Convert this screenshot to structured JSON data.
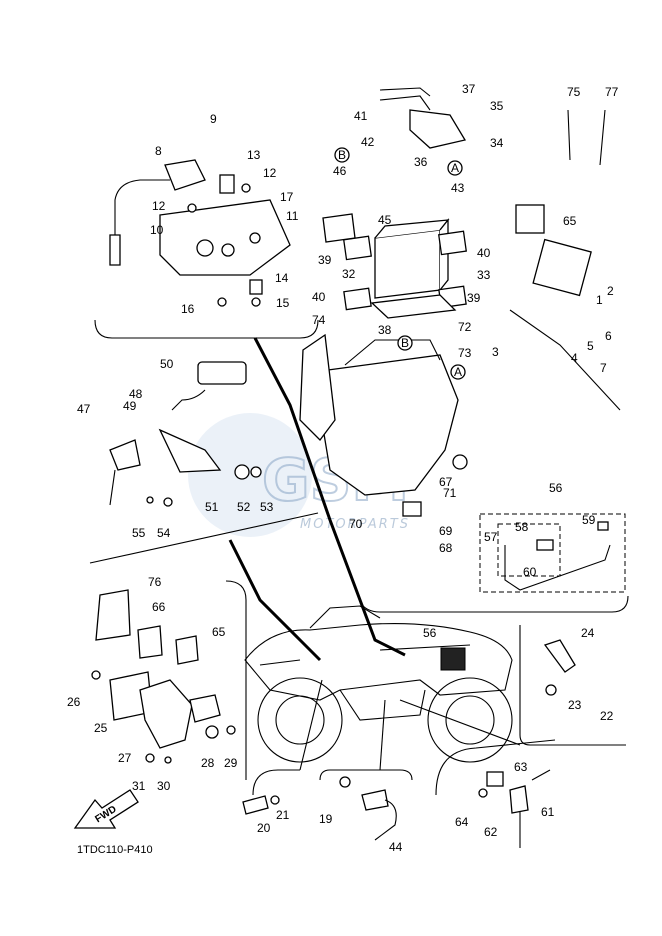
{
  "diagram": {
    "code": "1TDC110-P410",
    "fwd_label": "FWD",
    "watermark": {
      "brand": "GSM",
      "sub": "MOTORPARTS"
    },
    "ref_letters": [
      "A",
      "B"
    ],
    "part_numbers": [
      "1",
      "2",
      "3",
      "4",
      "5",
      "6",
      "7",
      "9",
      "8",
      "10",
      "11",
      "12",
      "13",
      "14",
      "15",
      "16",
      "17",
      "19",
      "20",
      "21",
      "22",
      "23",
      "24",
      "25",
      "26",
      "27",
      "28",
      "29",
      "30",
      "31",
      "32",
      "33",
      "34",
      "35",
      "36",
      "37",
      "38",
      "39",
      "40",
      "41",
      "42",
      "43",
      "44",
      "45",
      "46",
      "47",
      "48",
      "49",
      "50",
      "51",
      "52",
      "53",
      "54",
      "55",
      "56",
      "57",
      "58",
      "59",
      "60",
      "61",
      "62",
      "63",
      "64",
      "65",
      "66",
      "67",
      "68",
      "69",
      "70",
      "71",
      "72",
      "73",
      "74",
      "75",
      "76",
      "77"
    ]
  }
}
